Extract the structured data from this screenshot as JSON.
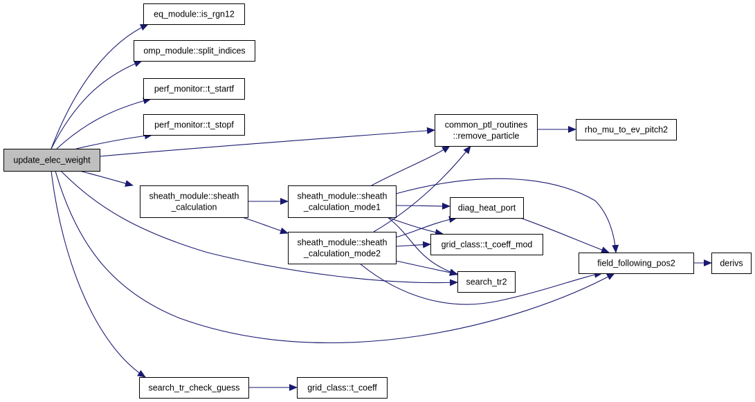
{
  "colors": {
    "edge": "#191970",
    "node_fill": "#ffffff",
    "root_fill": "#bfbfbf",
    "node_border": "#000000"
  },
  "nodes": [
    {
      "id": "update_elec_weight",
      "lines": [
        "update_elec_weight"
      ],
      "root": true
    },
    {
      "id": "is_rgn12",
      "lines": [
        "eq_module::is_rgn12"
      ]
    },
    {
      "id": "split_indices",
      "lines": [
        "omp_module::split_indices"
      ]
    },
    {
      "id": "t_startf",
      "lines": [
        "perf_monitor::t_startf"
      ]
    },
    {
      "id": "t_stopf",
      "lines": [
        "perf_monitor::t_stopf"
      ]
    },
    {
      "id": "remove_particle",
      "lines": [
        "common_ptl_routines",
        "::remove_particle"
      ]
    },
    {
      "id": "rho_mu",
      "lines": [
        "rho_mu_to_ev_pitch2"
      ]
    },
    {
      "id": "sheath_calc",
      "lines": [
        "sheath_module::sheath",
        "_calculation"
      ]
    },
    {
      "id": "sheath_mode1",
      "lines": [
        "sheath_module::sheath",
        "_calculation_mode1"
      ]
    },
    {
      "id": "sheath_mode2",
      "lines": [
        "sheath_module::sheath",
        "_calculation_mode2"
      ]
    },
    {
      "id": "diag_heat_port",
      "lines": [
        "diag_heat_port"
      ]
    },
    {
      "id": "t_coeff_mod",
      "lines": [
        "grid_class::t_coeff_mod"
      ]
    },
    {
      "id": "field_following",
      "lines": [
        "field_following_pos2"
      ]
    },
    {
      "id": "derivs",
      "lines": [
        "derivs"
      ]
    },
    {
      "id": "search_tr2",
      "lines": [
        "search_tr2"
      ]
    },
    {
      "id": "search_tr_check",
      "lines": [
        "search_tr_check_guess"
      ]
    },
    {
      "id": "t_coeff",
      "lines": [
        "grid_class::t_coeff"
      ]
    }
  ],
  "edges": [
    {
      "from": "update_elec_weight",
      "to": "is_rgn12"
    },
    {
      "from": "update_elec_weight",
      "to": "split_indices"
    },
    {
      "from": "update_elec_weight",
      "to": "t_startf"
    },
    {
      "from": "update_elec_weight",
      "to": "t_stopf"
    },
    {
      "from": "update_elec_weight",
      "to": "remove_particle"
    },
    {
      "from": "update_elec_weight",
      "to": "sheath_calc"
    },
    {
      "from": "update_elec_weight",
      "to": "search_tr2"
    },
    {
      "from": "update_elec_weight",
      "to": "field_following"
    },
    {
      "from": "update_elec_weight",
      "to": "search_tr_check"
    },
    {
      "from": "remove_particle",
      "to": "rho_mu"
    },
    {
      "from": "sheath_calc",
      "to": "sheath_mode1"
    },
    {
      "from": "sheath_calc",
      "to": "sheath_mode2"
    },
    {
      "from": "sheath_mode1",
      "to": "remove_particle"
    },
    {
      "from": "sheath_mode1",
      "to": "diag_heat_port"
    },
    {
      "from": "sheath_mode1",
      "to": "t_coeff_mod"
    },
    {
      "from": "sheath_mode1",
      "to": "search_tr2"
    },
    {
      "from": "sheath_mode1",
      "to": "field_following"
    },
    {
      "from": "sheath_mode2",
      "to": "remove_particle"
    },
    {
      "from": "sheath_mode2",
      "to": "diag_heat_port"
    },
    {
      "from": "sheath_mode2",
      "to": "t_coeff_mod"
    },
    {
      "from": "sheath_mode2",
      "to": "search_tr2"
    },
    {
      "from": "sheath_mode2",
      "to": "field_following"
    },
    {
      "from": "diag_heat_port",
      "to": "field_following"
    },
    {
      "from": "field_following",
      "to": "derivs"
    },
    {
      "from": "search_tr_check",
      "to": "t_coeff"
    }
  ]
}
